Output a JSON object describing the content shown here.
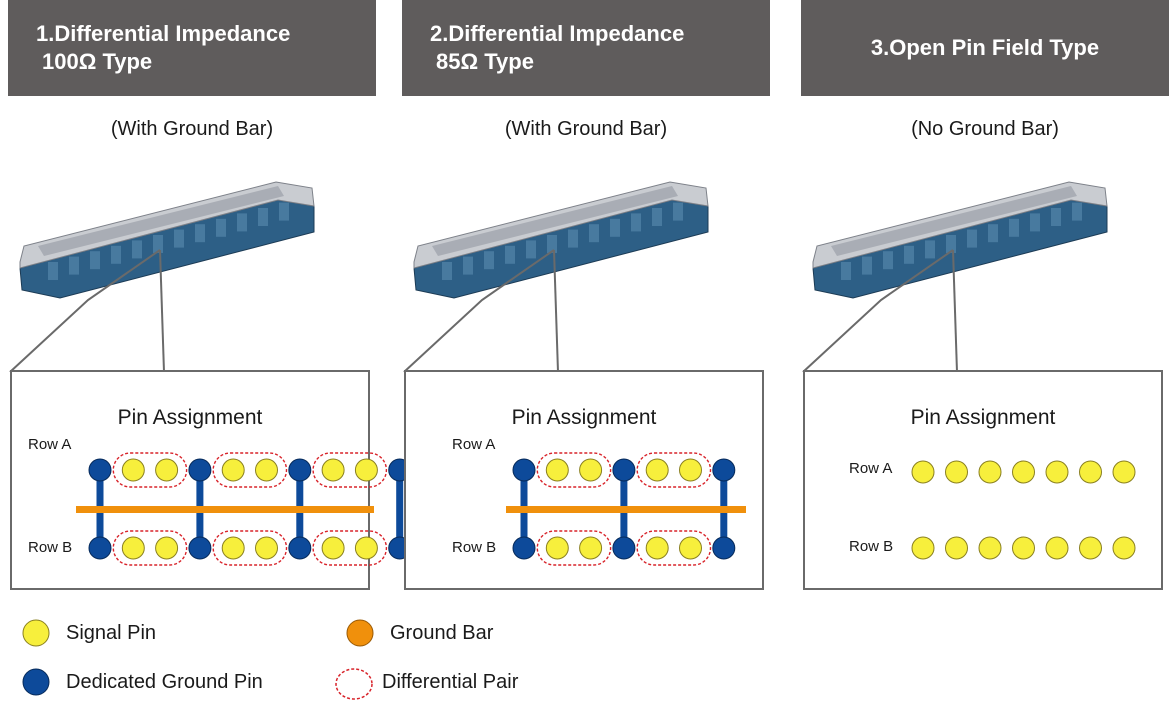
{
  "panels": [
    {
      "title_line1": "1.Differential Impedance",
      "title_line2": "100Ω Type",
      "subtitle": "(With Ground Bar)",
      "assignment_title": "Pin Assignment",
      "row_a": "Row A",
      "row_b": "Row B",
      "pins": [
        "ground",
        "signal",
        "signal",
        "ground",
        "signal",
        "signal",
        "ground",
        "signal",
        "signal",
        "ground"
      ],
      "pairs": [
        [
          1,
          2
        ],
        [
          4,
          5
        ],
        [
          7,
          8
        ]
      ],
      "ground_bar": true
    },
    {
      "title_line1": "2.Differential Impedance",
      "title_line2": "85Ω Type",
      "subtitle": "(With Ground Bar)",
      "assignment_title": "Pin Assignment",
      "row_a": "Row A",
      "row_b": "Row B",
      "pins": [
        "ground",
        "signal",
        "signal",
        "ground",
        "signal",
        "signal",
        "ground"
      ],
      "pairs": [
        [
          1,
          2
        ],
        [
          4,
          5
        ]
      ],
      "ground_bar": true
    },
    {
      "title_line1": "3.Open Pin Field Type",
      "title_line2": "",
      "subtitle": "(No Ground Bar)",
      "assignment_title": "Pin Assignment",
      "row_a": "Row A",
      "row_b": "Row B",
      "pins": [
        "signal",
        "signal",
        "signal",
        "signal",
        "signal",
        "signal",
        "signal"
      ],
      "pairs": [],
      "ground_bar": false
    }
  ],
  "legend": {
    "signal_pin": "Signal Pin",
    "ground_bar": "Ground Bar",
    "dedicated_ground_pin": "Dedicated Ground Pin",
    "differential_pair": "Differential Pair"
  },
  "colors": {
    "header_bg": "#5f5c5c",
    "signal": "#f7ef3c",
    "ground": "#0d4a9a",
    "ground_bar": "#f0900c",
    "pair": "#d8232a",
    "connector_body": "#2d5f86",
    "connector_top": "#c9ccd1"
  }
}
